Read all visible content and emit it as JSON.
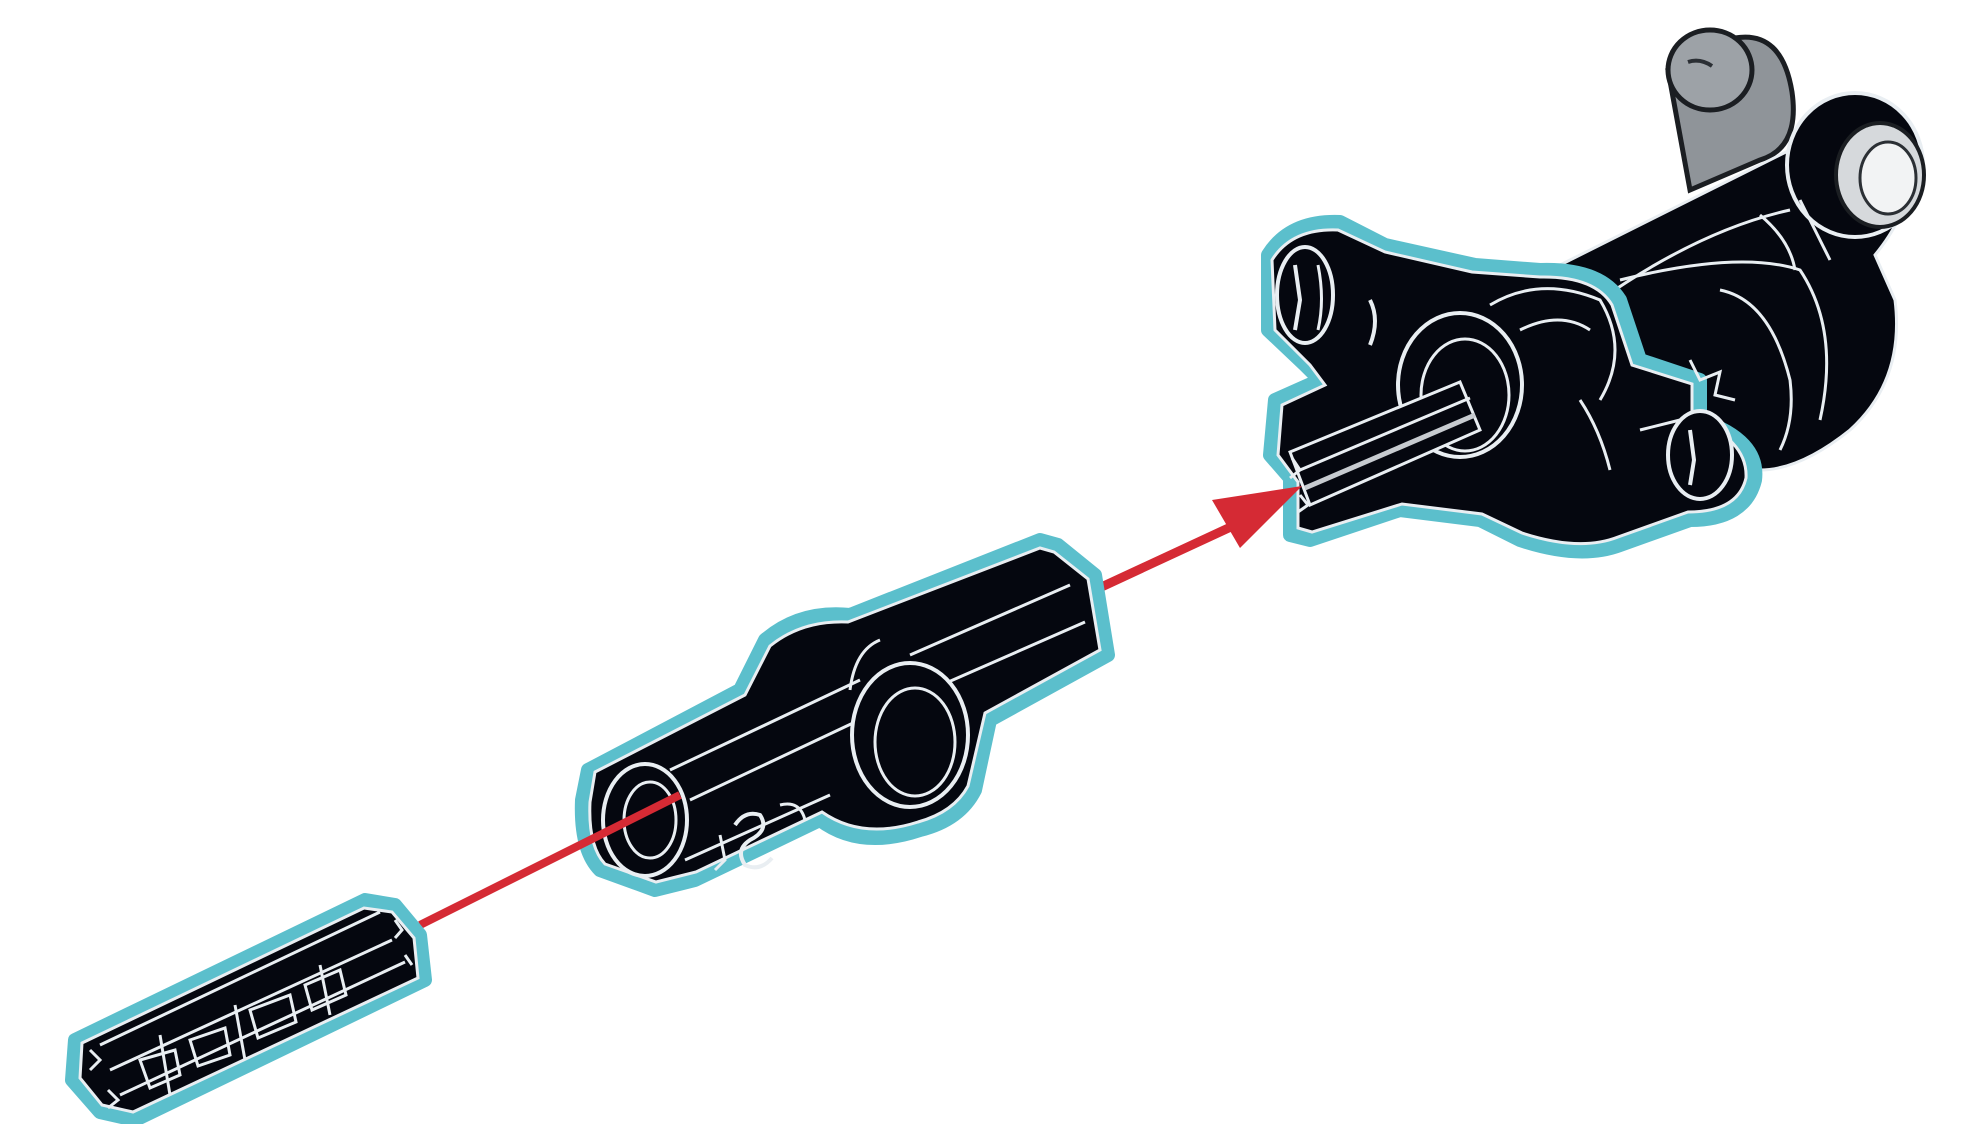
{
  "diagram": {
    "kind": "assembly-instruction-step",
    "parts": [
      {
        "id": "connector-axle-pin",
        "highlighted": true
      },
      {
        "id": "axle-pin-connector-perpendicular",
        "highlighted": true
      },
      {
        "id": "axle-connector-with-pins",
        "highlighted": true
      },
      {
        "id": "existing-assembly",
        "highlighted": false
      }
    ],
    "arrows": [
      {
        "from": "connector-axle-pin",
        "to": "axle-pin-connector-perpendicular"
      },
      {
        "from": "axle-pin-connector-perpendicular",
        "to": "axle-connector-with-pins"
      }
    ]
  },
  "colors": {
    "background": "#ffffff",
    "part_fill": "#05070f",
    "part_line": "#e9eef2",
    "highlight_outline": "#5bbfcc",
    "arrow": "#d52a34",
    "existing_gray": "#8f9499"
  }
}
